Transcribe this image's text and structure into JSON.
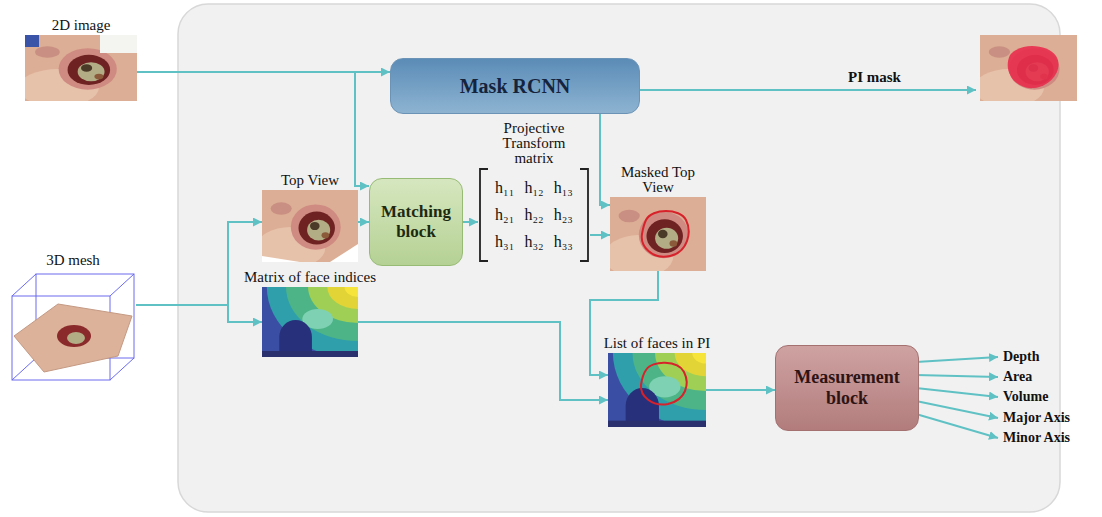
{
  "diagram": {
    "nodes": [
      {
        "text": [
          "2D image"
        ]
      },
      {
        "text": [
          "Mask RCNN"
        ]
      },
      {
        "text": [
          "3D mesh"
        ]
      },
      {
        "text": [
          "Top View"
        ]
      },
      {
        "text": [
          "Matching block"
        ]
      },
      {
        "text": [
          "Projective Transform matrix",
          "h₁₁",
          "h₁₂",
          "h₁₃",
          "h₂₁",
          "h₂₂",
          "h₂₃",
          "h₃₁",
          "h₃₂",
          "h₃₃"
        ]
      },
      {
        "text": [
          "Masked Top View"
        ]
      },
      {
        "text": [
          "Matrix of face indices"
        ]
      },
      {
        "text": [
          "List of faces in PI"
        ]
      },
      {
        "text": [
          "Measurement block"
        ]
      }
    ],
    "edges": [
      {
        "from": 0,
        "to": 1,
        "arrow": "to"
      },
      {
        "from": 0,
        "to": 4,
        "arrow": "to"
      },
      {
        "from": 1,
        "to": 6,
        "arrow": "to"
      },
      {
        "from": 2,
        "to": 3,
        "arrow": "to"
      },
      {
        "from": 2,
        "to": 7,
        "arrow": "to"
      },
      {
        "from": 3,
        "to": 4,
        "arrow": "to"
      },
      {
        "from": 4,
        "to": 5,
        "arrow": "to"
      },
      {
        "from": 5,
        "to": 6,
        "arrow": "to"
      },
      {
        "from": 6,
        "to": 8,
        "arrow": "to"
      },
      {
        "from": 7,
        "to": 8,
        "arrow": "to"
      },
      {
        "from": 8,
        "to": 9,
        "arrow": "to"
      }
    ],
    "labels": [
      "PI mask",
      "Depth",
      "Area",
      "Volume",
      "Major Axis",
      "Minor Axis"
    ]
  }
}
